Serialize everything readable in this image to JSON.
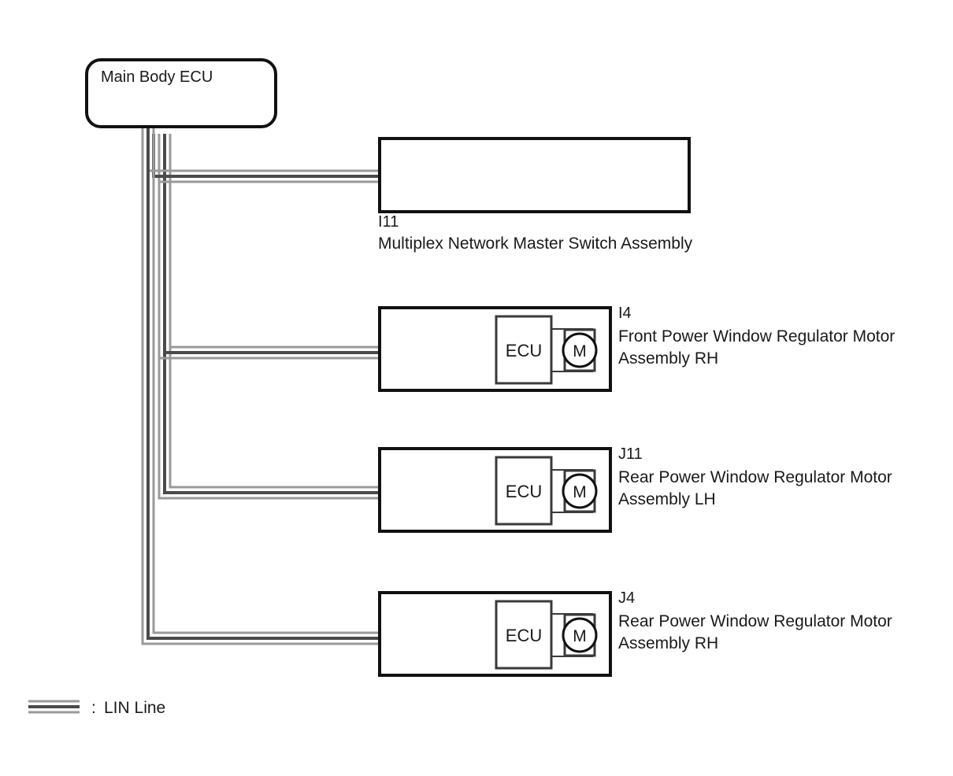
{
  "diagram": {
    "title_node": {
      "label": "Main Body ECU",
      "icon": "rounded-box"
    },
    "bus": {
      "type": "LIN Line",
      "stripe_colors": [
        "#9a9a9a",
        "#4a4a4a",
        "#9a9a9a"
      ],
      "trunk_color": "#555555"
    },
    "nodes": [
      {
        "code": "I11",
        "description": "Multiplex Network Master Switch Assembly",
        "has_ecu": false,
        "has_motor": false
      },
      {
        "code": "I4",
        "description_line1": "Front Power Window Regulator Motor",
        "description_line2": "Assembly RH",
        "has_ecu": true,
        "has_motor": true,
        "ecu_label": "ECU",
        "motor_label": "M"
      },
      {
        "code": "J11",
        "description_line1": "Rear Power Window Regulator Motor",
        "description_line2": "Assembly LH",
        "has_ecu": true,
        "has_motor": true,
        "ecu_label": "ECU",
        "motor_label": "M"
      },
      {
        "code": "J4",
        "description_line1": "Rear Power Window Regulator Motor",
        "description_line2": "Assembly RH",
        "has_ecu": true,
        "has_motor": true,
        "ecu_label": "ECU",
        "motor_label": "M"
      }
    ],
    "legend": {
      "separator": ":",
      "label": "LIN Line",
      "swatch": "triple-line-swatch"
    },
    "colors": {
      "outline": "#111111",
      "text": "#1a1a1a",
      "background": "#ffffff",
      "inner_outline": "#3a3a3a"
    }
  }
}
